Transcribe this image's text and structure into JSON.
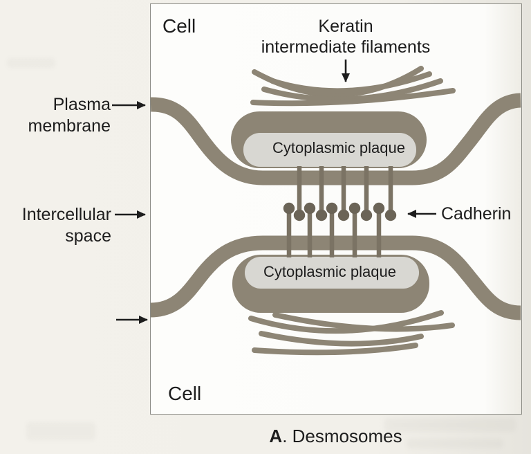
{
  "figure": {
    "caption": {
      "prefix": "A",
      "rest": ". Desmosomes"
    },
    "cells": {
      "top": "Cell",
      "bottom": "Cell"
    },
    "labels": {
      "keratin": {
        "line1": "Keratin",
        "line2": "intermediate filaments"
      },
      "plasma_membrane_top": {
        "line1": "Plasma",
        "line2": "membrane"
      },
      "intercellular_space": {
        "line1": "Intercellular",
        "line2": "space"
      },
      "cadherin": "Cadherin",
      "cytoplasmic_plaque_top": "Cytoplasmic plaque",
      "cytoplasmic_plaque_bottom": "Cytoplasmic plaque"
    },
    "colors": {
      "membrane": "#8d8575",
      "plaque_inner": "#d8d7d2",
      "pin": "#7b7364",
      "pin_head": "#6b6457",
      "ink": "#1d1d1d"
    }
  }
}
